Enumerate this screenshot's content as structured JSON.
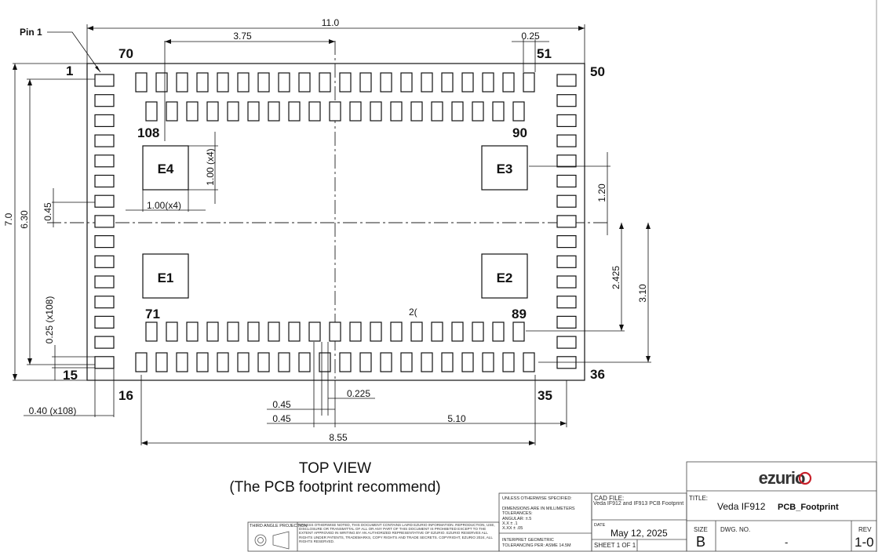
{
  "dims": {
    "total_width": "11.0",
    "total_height": "7.0",
    "inner_height": "6.30",
    "offset_0_45": "0.45",
    "pitch_note": "0.25 (x108)",
    "d_3_75": "3.75",
    "d_0_25": "0.25",
    "thermal_size_v": "1.00 (x4)",
    "thermal_size_h": "1.00(x4)",
    "d_1_20": "1.20",
    "d_2_425": "2.425",
    "d_3_10": "3.10",
    "pad_width": "0.40 (x108)",
    "d_0_45_a": "0.45",
    "d_0_45_b": "0.45",
    "d_0_225": "0.225",
    "d_5_10": "5.10",
    "d_8_55": "8.55"
  },
  "pins": {
    "pin1_callout": "Pin 1",
    "p1": "1",
    "p15": "15",
    "p16": "16",
    "p35": "35",
    "p36": "36",
    "p50": "50",
    "p51": "51",
    "p70": "70",
    "p71": "71",
    "p89": "89",
    "p90": "90",
    "p108": "108",
    "stray": "2("
  },
  "pads": {
    "E4": "E4",
    "E3": "E3",
    "E1": "E1",
    "E2": "E2"
  },
  "view": {
    "title": "TOP VIEW",
    "subtitle": "(The PCB footprint recommend)"
  },
  "title_block": {
    "unless_line": "UNLESS OTHERWISE SPECIFIED:",
    "dims_line": "DIMENSIONS ARE IN MILLIMETERS",
    "tol_line": "TOLERANCES:",
    "angular": "ANGULAR:   ±.5",
    "xx": "X.X          ± .1",
    "xxx": "X.XX        ± .05",
    "interpret": "INTERPRET GEOMETRIC",
    "tolerancing": "TOLERANCING PER:  ASME 14.5M",
    "third_angle": "THIRD ANGLE PROJECTION",
    "notice": "UNLESS OTHERWISE NOTED, THIS DOCUMENT CONTAINS LAIRD EZURIO INFORMATION. REPRODUCTION, USE, DISCLOSURE OR TRANSMITTAL OF ALL OR ANY PART OF THIS DOCUMENT IS PROHIBITED EXCEPT TO THE EXTENT APPROVED IN WRITING BY AN AUTHORIZED REPRESENTATIVE OF EZURIO. EZURIO RESERVES ALL RIGHTS UNDER PATENTS, TRADEMARKS, COPY RIGHTS AND TRADE SECRETS. COPYRIGHT, EZURIO 2024, ALL RIGHTS RESERVED.",
    "cad_label": "CAD FILE:",
    "cad_value": "Veda IF912 and IF913 PCB Footprint",
    "date_label": "DATE",
    "date_value": "May 12, 2025",
    "sheet": "SHEET 1 OF 1",
    "logo": "ezurio",
    "title_label": "TITLE:",
    "title_value": "Veda IF912",
    "title_value2": "PCB_Footprint",
    "size_label": "SIZE",
    "size_value": "B",
    "dwg_label": "DWG.  NO.",
    "dwg_value": "-",
    "rev_label": "REV",
    "rev_value": "1-0"
  },
  "colors": {
    "logo_accent": "#c8202a",
    "ink": "#111111"
  }
}
